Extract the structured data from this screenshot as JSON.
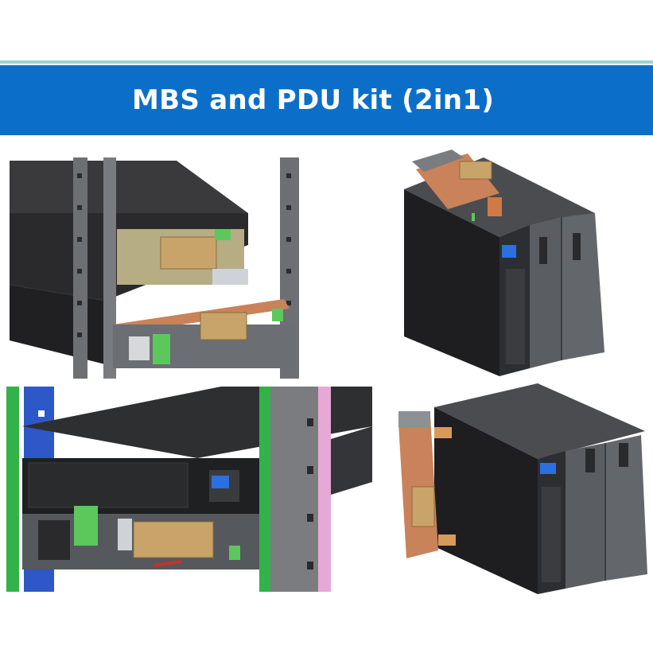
{
  "header": {
    "title": "MBS and PDU kit (2in1)",
    "banner_color": "#0b6fc9",
    "accent_line_color": "#9fd3c8"
  },
  "figures": [
    {
      "id": "rack-mounted-ups-with-mbs-pdu",
      "icon": "ups-rack-render"
    },
    {
      "id": "tower-ups-with-battery-packs-and-mbs",
      "icon": "ups-tower-render"
    },
    {
      "id": "rack-ups-front-with-pdu-outlets",
      "icon": "ups-rack-front-render"
    },
    {
      "id": "tower-ups-side-mbs-pdu",
      "icon": "ups-tower-side-render"
    }
  ],
  "colors": {
    "ups_body": "#2a2a2c",
    "rack_rail": "#6e6f73",
    "pdu_copper": "#c9825a",
    "connector_tan": "#c9a46a",
    "outlet_green": "#5cc85c",
    "rail_green": "#33b24a",
    "rail_blue": "#2e57c8",
    "rail_pink": "#e6a9d6",
    "battery_grey": "#5a5e63",
    "display_blue": "#2b6fe0"
  }
}
